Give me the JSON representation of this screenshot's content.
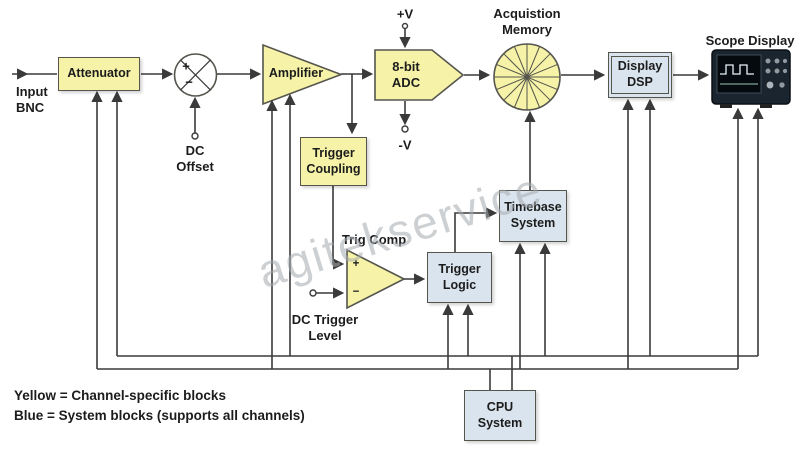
{
  "diagram": {
    "watermark": "agitekservice",
    "blocks": {
      "input": {
        "line1": "Input",
        "line2": "BNC"
      },
      "attenuator": {
        "label": "Attenuator"
      },
      "dc_offset": {
        "line1": "DC",
        "line2": "Offset",
        "plus": "+",
        "minus": "−"
      },
      "amplifier": {
        "label": "Amplifier"
      },
      "trigger_coupling": {
        "line1": "Trigger",
        "line2": "Coupling"
      },
      "adc": {
        "line1": "8-bit",
        "line2": "ADC",
        "plus_v": "+V",
        "minus_v": "-V"
      },
      "acquisition_memory": {
        "line1": "Acquistion",
        "line2": "Memory"
      },
      "display_dsp": {
        "line1": "Display",
        "line2": "DSP"
      },
      "scope_display": {
        "label": "Scope Display"
      },
      "trig_comp": {
        "label": "Trig Comp",
        "plus": "+",
        "minus": "−"
      },
      "dc_trigger_level": {
        "line1": "DC Trigger",
        "line2": "Level"
      },
      "trigger_logic": {
        "line1": "Trigger",
        "line2": "Logic"
      },
      "timebase_system": {
        "line1": "Timebase",
        "line2": "System"
      },
      "cpu_system": {
        "line1": "CPU",
        "line2": "System"
      }
    },
    "legend": {
      "line1": "Yellow = Channel-specific blocks",
      "line2": "Blue = System blocks (supports all channels)"
    },
    "colors": {
      "channel_block": "#f6f3a9",
      "system_block": "#dae4ee",
      "line": "#3a3a3a"
    }
  }
}
